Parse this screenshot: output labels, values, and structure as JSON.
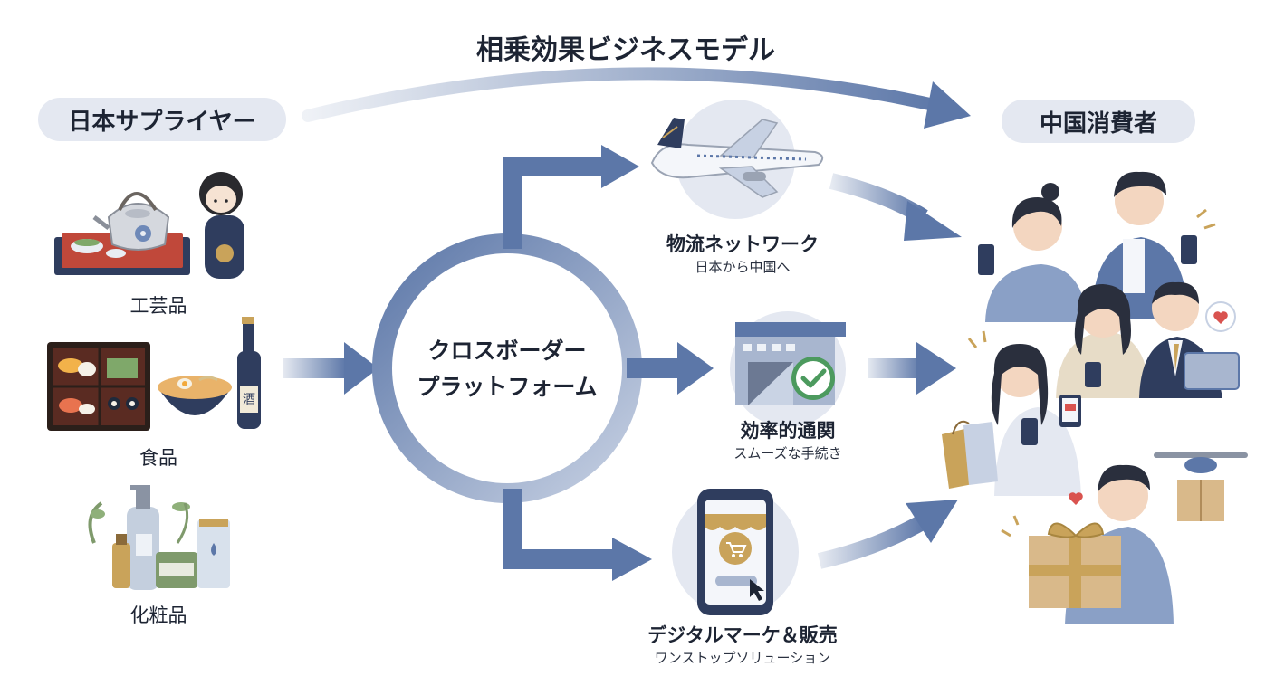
{
  "diagram": {
    "title": "相乗効果ビジネスモデル",
    "suppliers": {
      "header": "日本サプライヤー",
      "categories": [
        {
          "label": "工芸品"
        },
        {
          "label": "食品"
        },
        {
          "label": "化粧品"
        }
      ],
      "sake_label": "酒"
    },
    "platform": {
      "line1": "クロスボーダー",
      "line2": "プラットフォーム"
    },
    "services": [
      {
        "title": "物流ネットワーク",
        "subtitle": "日本から中国へ"
      },
      {
        "title": "効率的通関",
        "subtitle": "スムーズな手続き"
      },
      {
        "title": "デジタルマーケ＆販売",
        "subtitle": "ワンストップソリューション"
      }
    ],
    "consumers": {
      "header": "中国消費者"
    }
  },
  "colors": {
    "arrow": "#5c77a8",
    "arrow_light": "#c7d1e3",
    "pill_bg": "#e4e8f1",
    "text": "#1d2433",
    "gold": "#c9a35a",
    "green": "#4c9a5e",
    "red": "#d9534f"
  }
}
